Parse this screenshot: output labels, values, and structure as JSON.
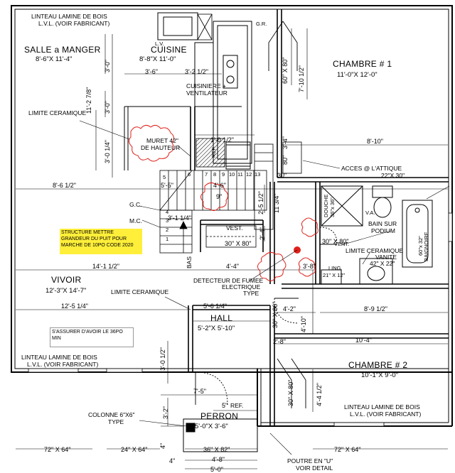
{
  "rooms": {
    "salle_a_manger": {
      "name": "SALLE a MANGER",
      "dim": "8'-6\"X 11'-4\""
    },
    "cuisine": {
      "name": "CUISINE",
      "dim": "8'-8\"X 11'-0\""
    },
    "chambre1": {
      "name": "CHAMBRE # 1",
      "dim": "11'-0\"X 12'-0\""
    },
    "vivoir": {
      "name": "VIVOIR",
      "dim": "12'-3\"X 14'-7\""
    },
    "hall": {
      "name": "HALL",
      "dim": "5'-2\"X 5'-10\""
    },
    "chambre2": {
      "name": "CHAMBRE # 2",
      "dim": "10'-1\"X 9'-0\""
    },
    "perron": {
      "name": "PERRON",
      "dim": "5'-0\"X 3'-6\""
    }
  },
  "labels": {
    "linteau_top_1": "LINTEAU LAMINE DE BOIS",
    "linteau_top_2": "L.V.L. (VOIR FABRICANT)",
    "linteau_left_1": "LINTEAU LAMINE DE BOIS",
    "linteau_left_2": "L.V.L. (VOIR FABRICANT)",
    "linteau_right_1": "LINTEAU LAMINE DE BOIS",
    "linteau_right_2": "L.V.L. (VOIR FABRICANT)",
    "lv": "L.V.",
    "gr": "G.R.",
    "cuisiniere_1": "CUISINIERE +",
    "cuisiniere_2": "VENTILATEUR",
    "limite_ceramique_1": "LIMITE CERAMIQUE",
    "muret_1": "MURET 42\"",
    "muret_2": "DE HAUTEUR",
    "ref": "REF.",
    "acces_attique_1": "ACCES @ L'ATTIQUE",
    "acces_attique_2": "22\"X 30\"",
    "gc": "G.C.",
    "mc": "M.C.",
    "vest": "VEST.",
    "bas": "BAS",
    "douche": "DOUCHE",
    "douche_dim": "36\"x 36\"",
    "va": "V.A.",
    "bain_1": "BAIN SUR",
    "bain_2": "PODIUM",
    "baignoire_1": "BAIGNOIRE",
    "baignoire_2": "60\"x 32\"",
    "vent": "VENT.",
    "limite_ceramique_2": "LIMITE CERAMIQUE",
    "vanite_1": "VANITE",
    "vanite_2": "42\" X 22\"",
    "ling_1": "LING.",
    "ling_2": "21\" X 12\"",
    "limite_ceramique_3": "LIMITE CERAMIQUE",
    "detecteur_1": "DETECTEUR DE FUMEE",
    "detecteur_2": "ELECTRIQUE",
    "detecteur_3": "TYPE",
    "colonne_1": "COLONNE 6\"X6\"",
    "colonne_2": "TYPE",
    "ref2": "REF.",
    "poutre_1": "POUTRE EN \"U\"",
    "poutre_2": "VOIR DETAIL"
  },
  "notes": {
    "structure": "STRUCTURE METTRE GRANDEUR DU PUIT POUR MARCHE DE 10PO CODE 2020",
    "assurer": "S'ASSURER D'AVOIR LE 36PO MIN"
  },
  "dimensions": {
    "d_3_0a": "3'-0\"",
    "d_11_2_78": "11'-2 7/8\"",
    "d_3_0b": "3'-0\"",
    "d_3_0_14": "3'-0 1/4\"",
    "d_3_6": "3'-6\"",
    "d_3_2_12": "3'-2 1/2\"",
    "d_60x80_a": "60\" X 80\"",
    "d_7_10_12": "7'-10 1/2\"",
    "d_1_0_12": "1'-0 1/2\"",
    "d_8_10": "8'-10\"",
    "d_8_6_12": "8'-6 1/2\"",
    "d_5_5": "5'-5\"",
    "d_4_6": "4'-6\"",
    "d_9": "9\"",
    "d_3_1_14": "3'-1 1/4\"",
    "d_2_5_12": "2'-5 1/2\"",
    "d_11_3_34": "11 3/4\"",
    "d_3_4": "3'-4\"",
    "d_30": "30\"",
    "d_80": "80\"",
    "d_2_4": "2'-4\"",
    "d_30x80_a": "30\" X 80\"",
    "d_30x80_b": "30\" X 80\"",
    "d_14_1_12": "14'-1 1/2\"",
    "d_4_4": "4'-4\"",
    "d_3_8": "3'-8\"",
    "d_12_5_14": "12'-5 1/4\"",
    "d_5_6_14": "5'-6 1/4\"",
    "d_4_2": "4'-2\"",
    "d_8_9_12": "8'-9 1/2\"",
    "d_30x80_c": "30\" X 80\"",
    "d_4_10": "4'-10\"",
    "d_10_4": "10'-4\"",
    "d_2_8": "2'-8\"",
    "d_3_0_12": "3'-0 1/2\"",
    "d_7_5": "7'-5\"",
    "d_5": "5\"",
    "d_3_2": "3'-2\"",
    "d_30x80_d": "30\" X 80\"",
    "d_4_4_12": "4'-4 1/2\"",
    "d_4a": "4\"",
    "d_4b": "4\"",
    "d_72x64_a": "72\" X 64\"",
    "d_24x64": "24\" X 64\"",
    "d_36x82": "36\" X 82\"",
    "d_72x64_b": "72\" X 64\"",
    "d_4_8": "4'-8\"",
    "d_5_0": "5'-0\""
  },
  "stair_numbers": [
    "5",
    "4",
    "3",
    "2",
    "1",
    "6",
    "7",
    "8",
    "9",
    "10",
    "11",
    "12",
    "13"
  ],
  "colors": {
    "ink": "#000000",
    "revision_cloud": "#e0201a",
    "note_highlight": "#ffef3a"
  }
}
